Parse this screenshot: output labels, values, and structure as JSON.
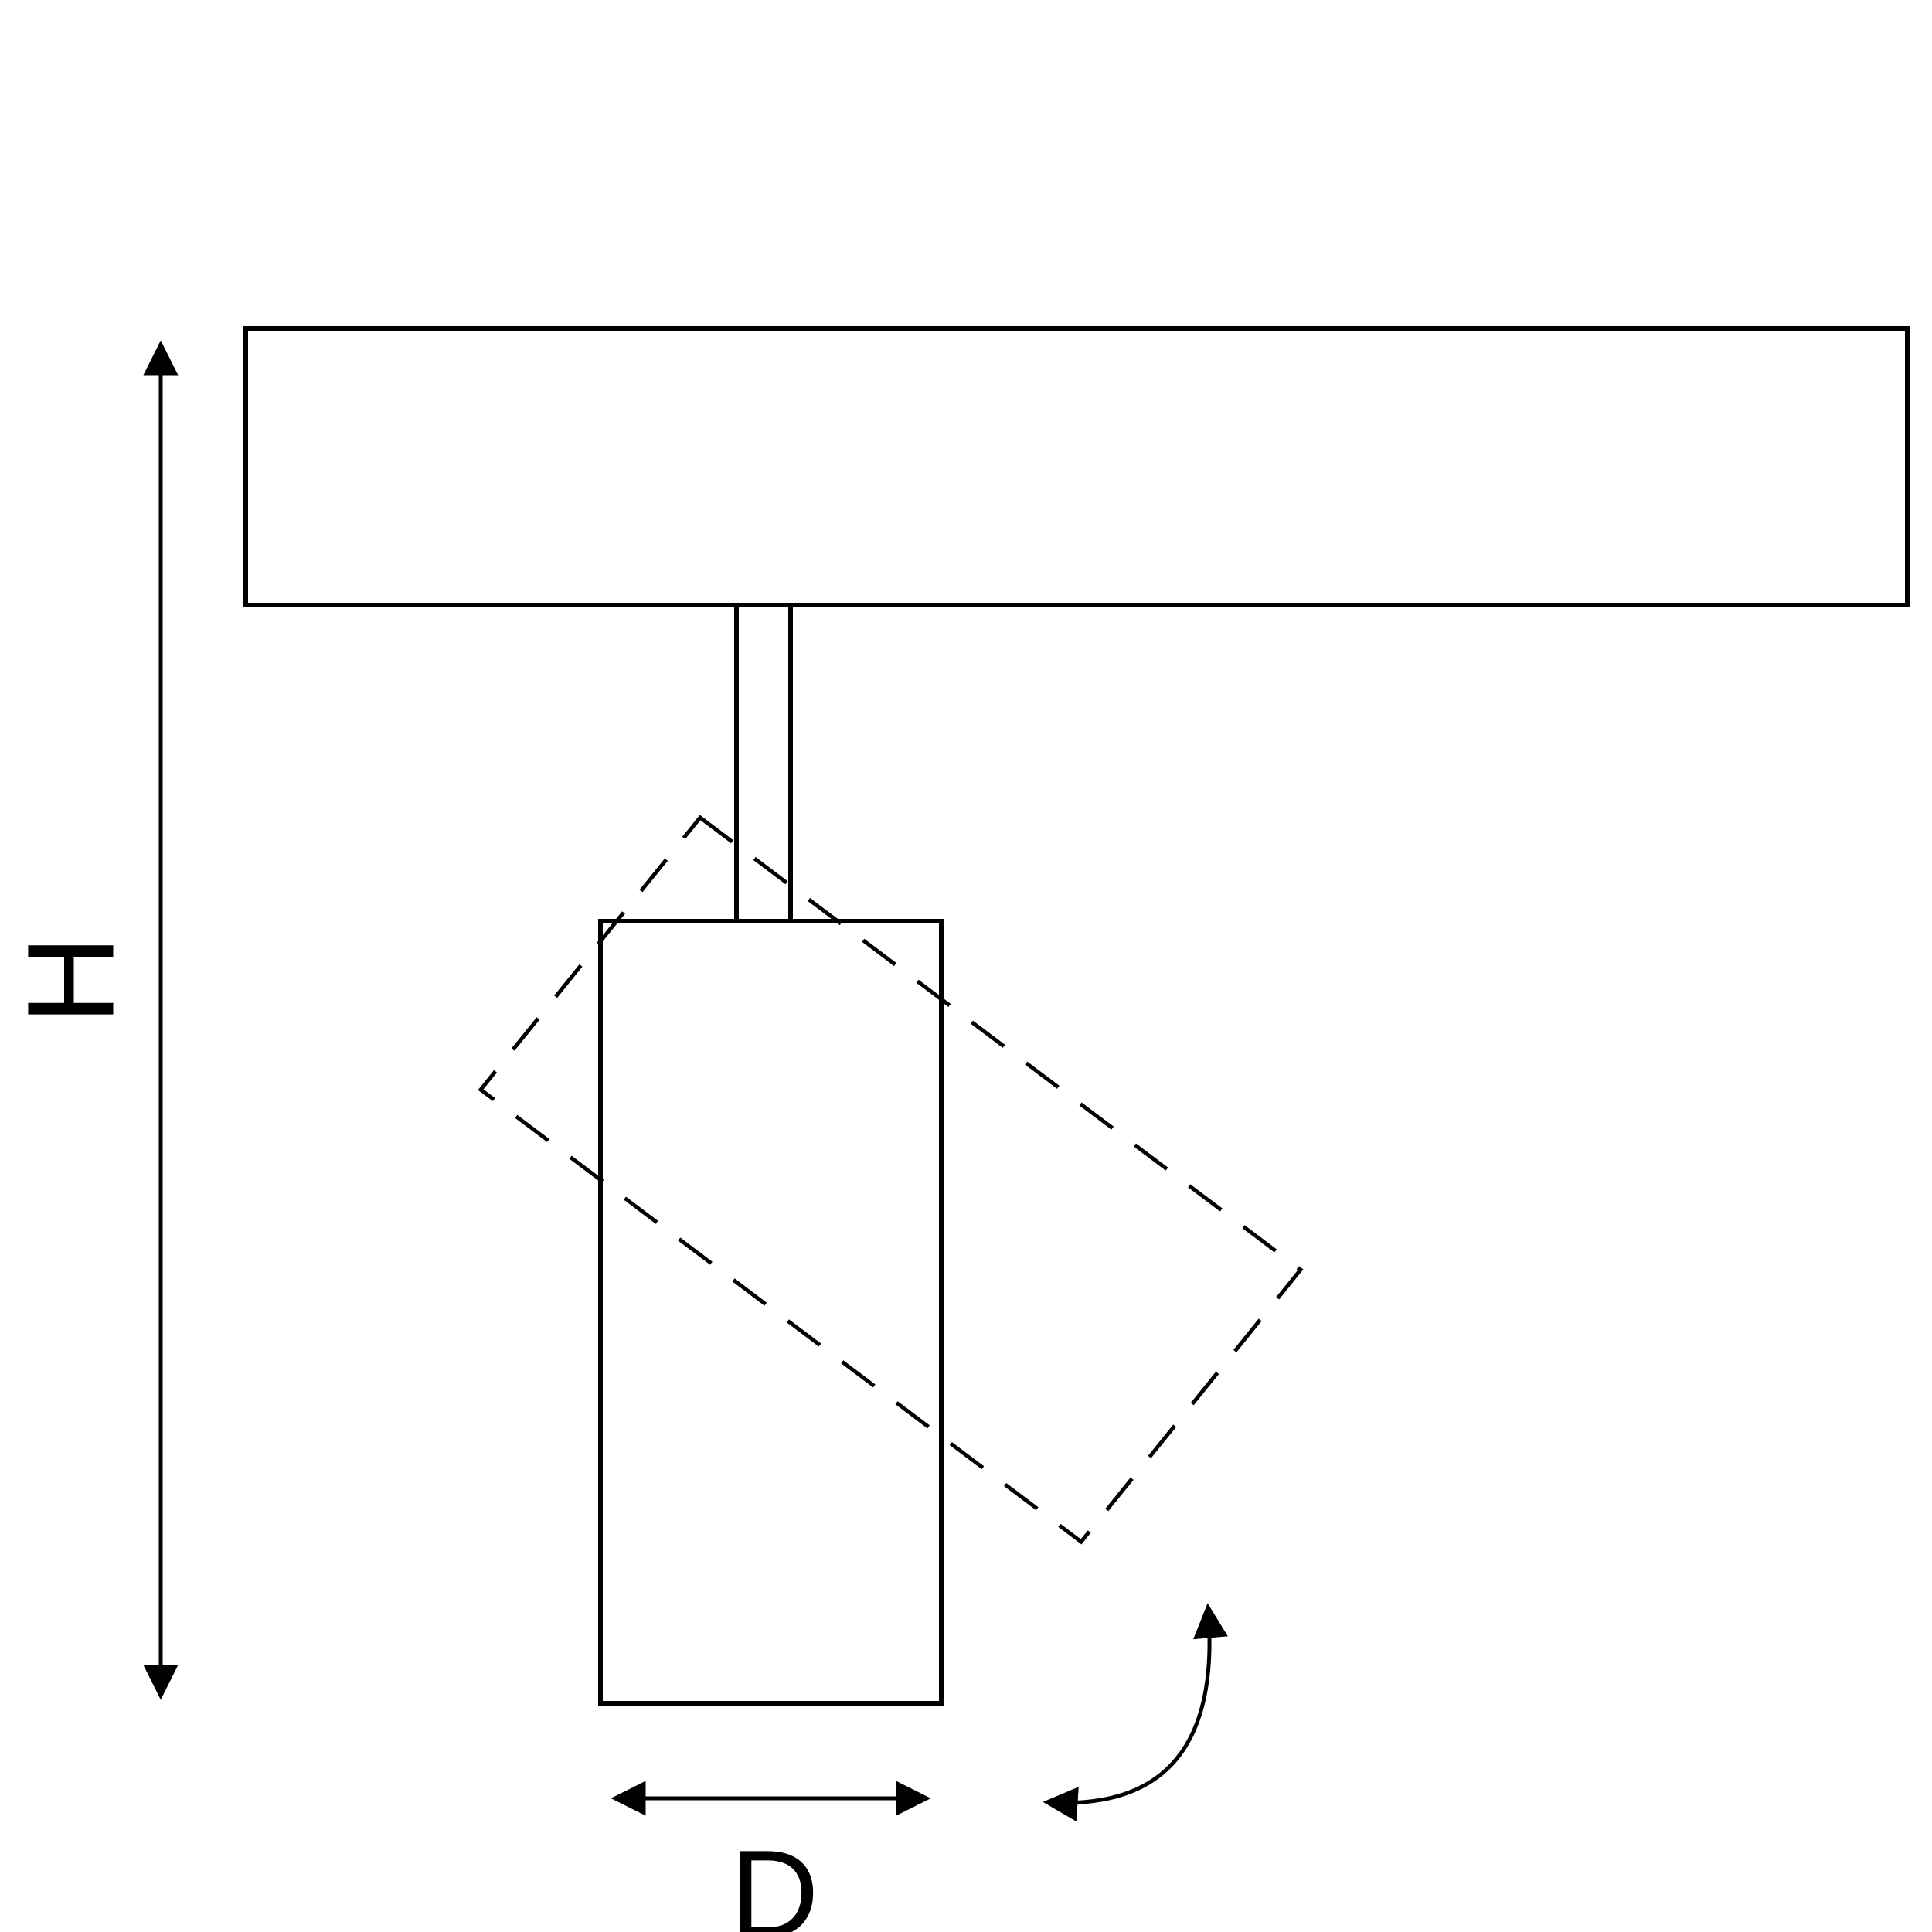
{
  "labels": {
    "height": "H",
    "diameter": "D"
  },
  "colors": {
    "line": "#000000",
    "background": "#ffffff"
  },
  "icons": {
    "height-dimension": "vertical-double-arrow",
    "diameter-dimension": "horizontal-double-arrow",
    "rotation": "curved-arc-double-arrow"
  }
}
